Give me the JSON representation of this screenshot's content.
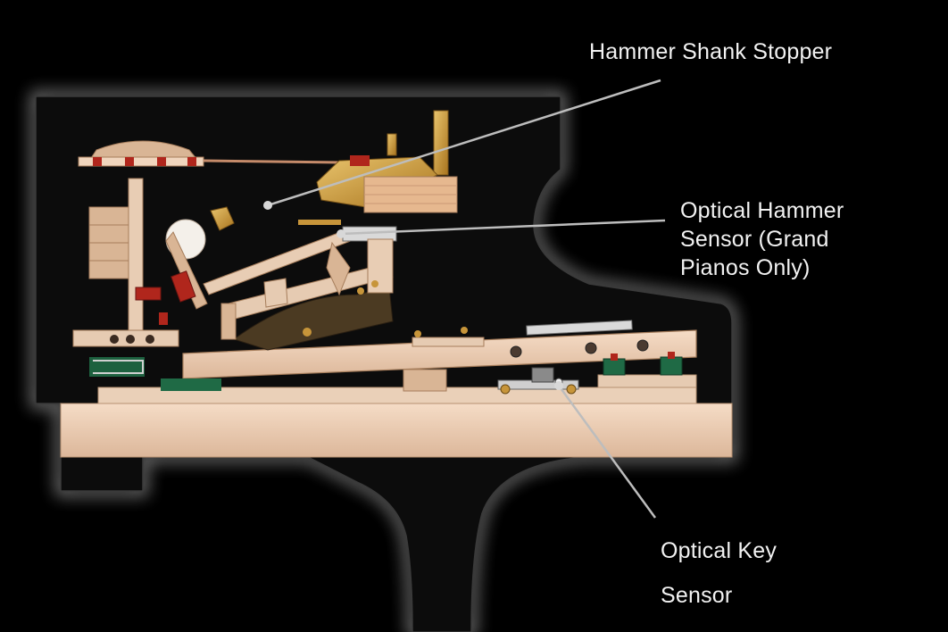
{
  "labels": {
    "hammer_shank_stopper": "Hammer Shank Stopper",
    "optical_hammer_sensor": [
      "Optical Hammer",
      "Sensor (Grand",
      "Pianos Only)"
    ],
    "optical_key_sensor": [
      "Optical Key",
      "Sensor"
    ]
  },
  "colors": {
    "background": "#000000",
    "cabinet": "#0c0c0c",
    "cabinet_glow": "#9a9a9a",
    "wood_light": "#f0d5bd",
    "wood_mid": "#d9b595",
    "wood_dark": "#a67d5b",
    "felt_red": "#b0261c",
    "felt_green": "#1f6a45",
    "brass": "#c7953a",
    "leader_line": "#bdbdbd",
    "label_text": "#f2f2f2"
  }
}
